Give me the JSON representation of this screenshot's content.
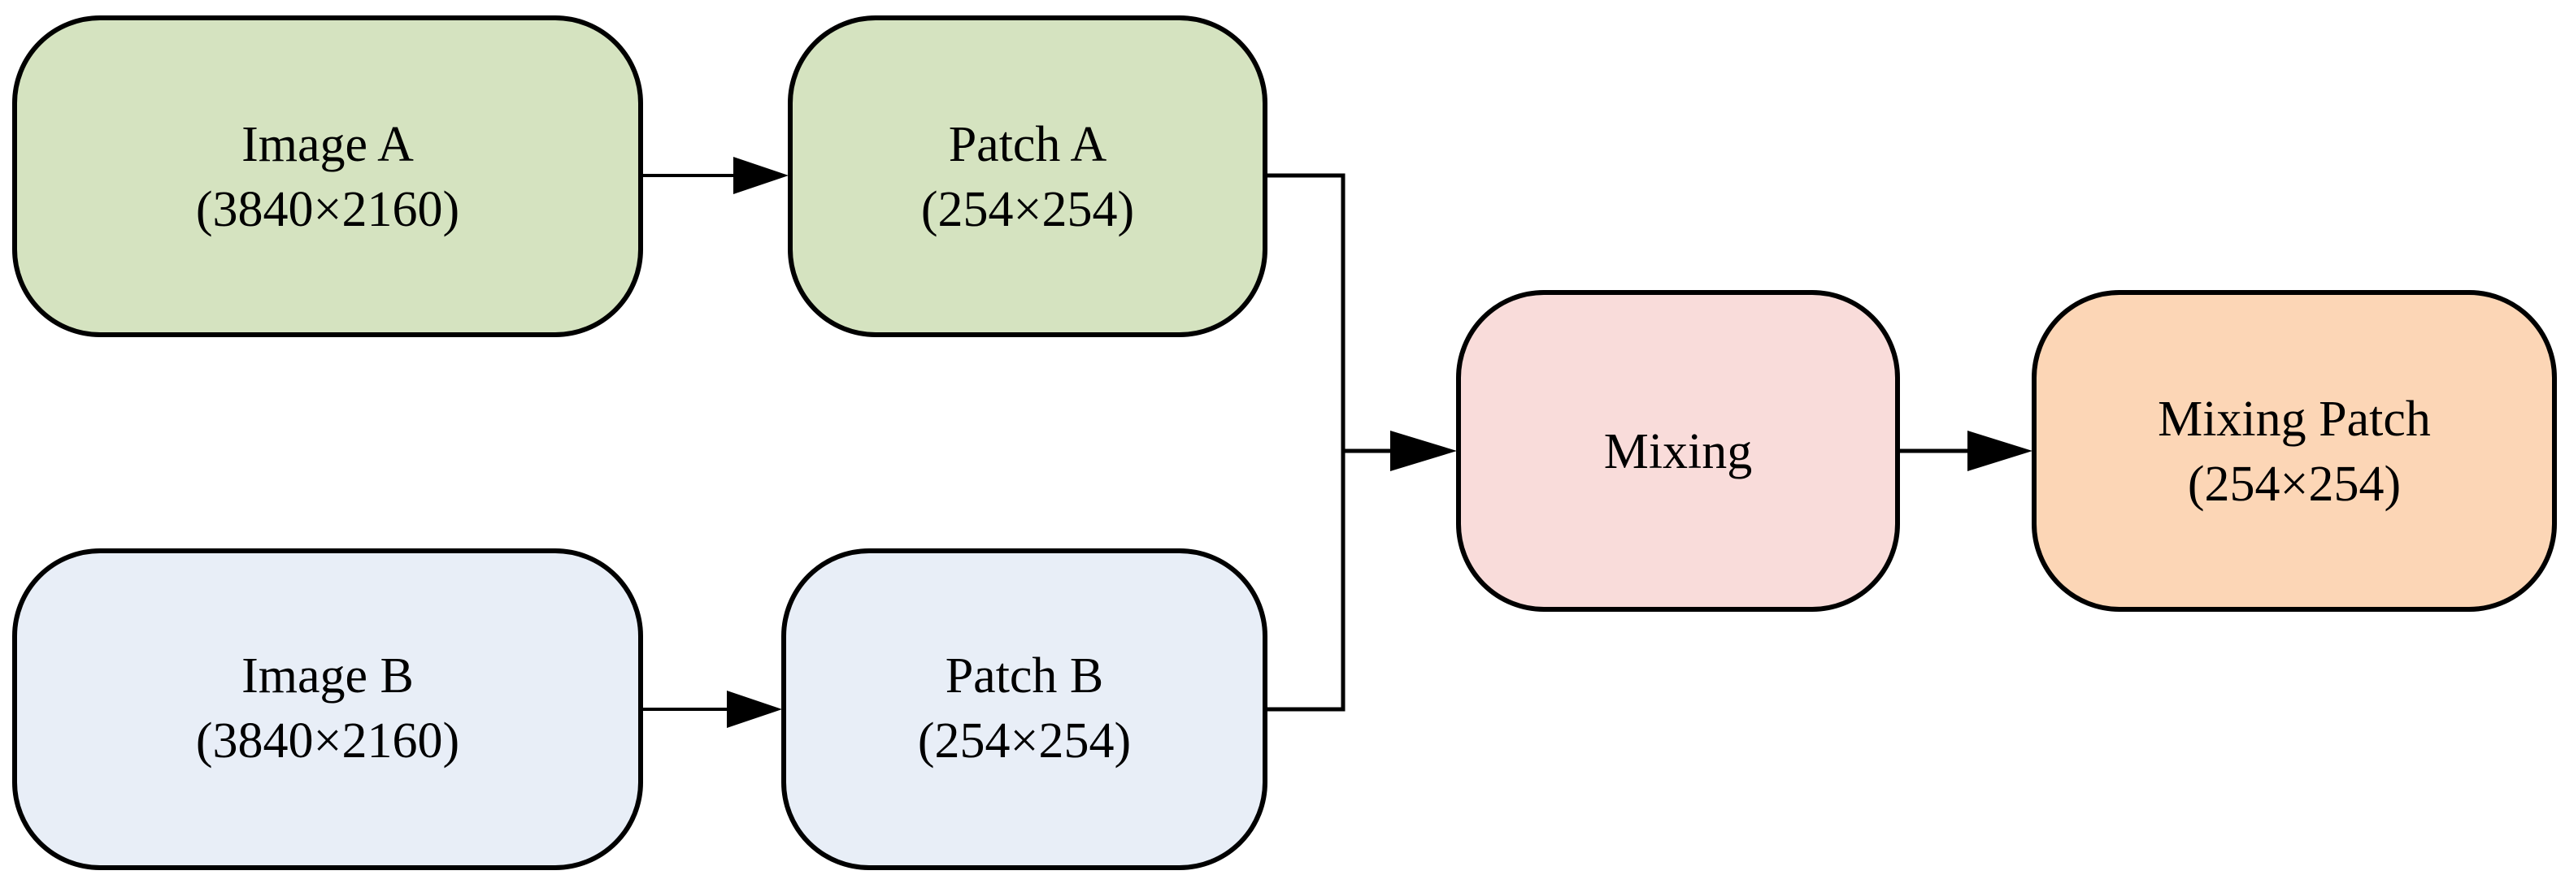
{
  "nodes": {
    "image_a": {
      "line1": "Image A",
      "line2": "(3840×2160)",
      "fill": "#d5e3c0"
    },
    "patch_a": {
      "line1": "Patch A",
      "line2": "(254×254)",
      "fill": "#d5e3c0"
    },
    "image_b": {
      "line1": "Image B",
      "line2": "(3840×2160)",
      "fill": "#e8eef7"
    },
    "patch_b": {
      "line1": "Patch B",
      "line2": "(254×254)",
      "fill": "#e8eef7"
    },
    "mixing": {
      "line1": "Mixing",
      "fill": "#f9dcda"
    },
    "mixing_patch": {
      "line1": "Mixing Patch",
      "line2": "(254×254)",
      "fill": "#fcd6b6"
    }
  },
  "edges": [
    {
      "from": "image_a",
      "to": "patch_a"
    },
    {
      "from": "image_b",
      "to": "patch_b"
    },
    {
      "from": "patch_a",
      "to": "mixing"
    },
    {
      "from": "patch_b",
      "to": "mixing"
    },
    {
      "from": "mixing",
      "to": "mixing_patch"
    }
  ]
}
